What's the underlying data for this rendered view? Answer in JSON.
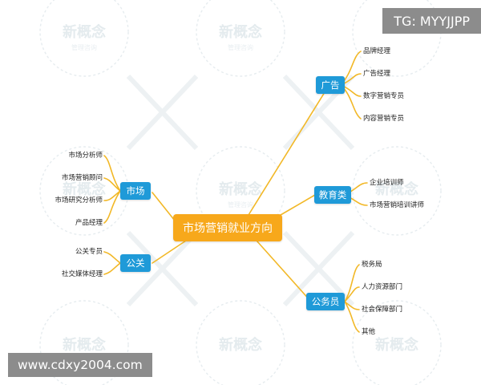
{
  "diagram": {
    "center": {
      "label": "市场营销就业方向"
    },
    "branches": [
      {
        "id": "ad",
        "label": "广告",
        "leaves": [
          "品牌经理",
          "广告经理",
          "数字营销专员",
          "内容营销专员"
        ]
      },
      {
        "id": "edu",
        "label": "教育类",
        "leaves": [
          "企业培训师",
          "市场营销培训讲师"
        ]
      },
      {
        "id": "gov",
        "label": "公务员",
        "leaves": [
          "税务局",
          "人力资源部门",
          "社会保障部门",
          "其他"
        ]
      },
      {
        "id": "market",
        "label": "市场",
        "leaves": [
          "市场分析师",
          "市场营销顾问",
          "市场研究分析师",
          "产品经理"
        ]
      },
      {
        "id": "pr",
        "label": "公关",
        "leaves": [
          "公关专员",
          "社交媒体经理"
        ]
      }
    ]
  },
  "watermarks": {
    "brand": "新概念",
    "sub": "管理咨询"
  },
  "overlays": {
    "telegram": "TG: MYYJJPP",
    "site": "www.cdxy2004.com"
  },
  "colors": {
    "center": "#f7a81b",
    "branch": "#1f9ad8",
    "line": "#f2b827",
    "watermark": "#e3ebee"
  }
}
